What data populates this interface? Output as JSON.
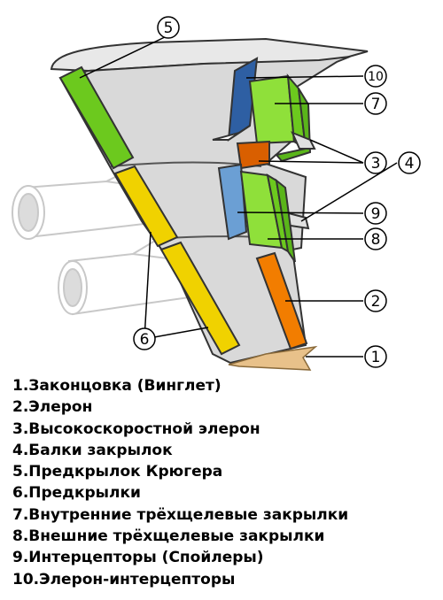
{
  "callouts": [
    "1",
    "2",
    "3",
    "4",
    "5",
    "6",
    "7",
    "8",
    "9",
    "10"
  ],
  "legend": [
    "1.Законцовка (Винглет)",
    "2.Элерон",
    "3.Высокоскоростной элерон",
    "4.Балки закрылок",
    "5.Предкрылок Крюгера",
    "6.Предкрылки",
    "7.Внутренние трёхщелевые закрылки",
    "8.Внешние трёхщелевые закрылки",
    "9.Интерцепторы (Спойлеры)",
    "10.Элерон-интерцепторы"
  ],
  "colors": {
    "wing": "#d9d9d9",
    "fuselage": "#e8e8e8",
    "krueger_slat": "#6cc91e",
    "slats": "#f0d200",
    "aileron": "#f27d00",
    "high_speed_aileron": "#d95f00",
    "inboard_flaps": "#8fe03a",
    "spoilers": "#6b9fd4",
    "aileron_spoilers": "#2e5fa3",
    "winglet": "#e8c18a"
  }
}
